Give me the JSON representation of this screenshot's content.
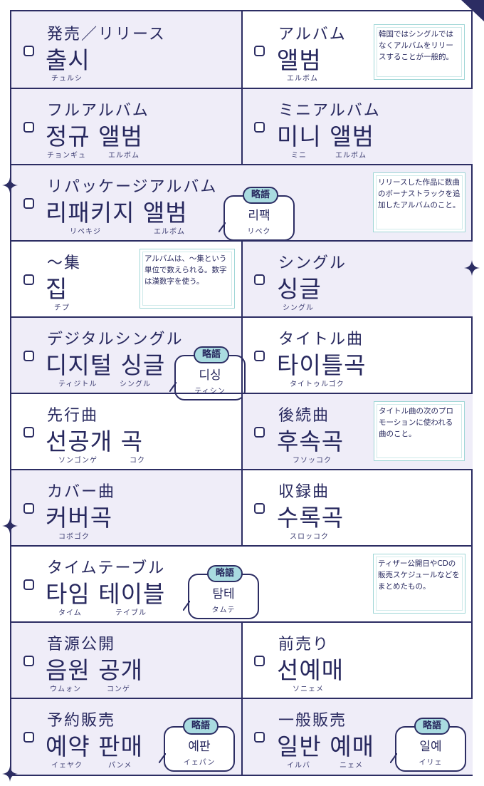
{
  "labels": {
    "abbrev": "略語"
  },
  "cells": [
    {
      "jp": "発売／リリース",
      "ko": "출시",
      "rd": [
        "チュルシ"
      ]
    },
    {
      "jp": "アルバム",
      "ko": "앨범",
      "rd": [
        "エルボム"
      ],
      "note": "韓国ではシングルではなくアルバムをリリースすることが一般的。"
    },
    {
      "jp": "フルアルバム",
      "ko": "정규 앨범",
      "rd": [
        "チョンギュ",
        "エルボム"
      ]
    },
    {
      "jp": "ミニアルバム",
      "ko": "미니 앨범",
      "rd": [
        "ミニ",
        "エルボム"
      ]
    },
    {
      "jp": "リパッケージアルバム",
      "ko": "리패키지 앨범",
      "rd": [
        "リペキジ",
        "エルボム"
      ],
      "abbr_ko": "리팩",
      "abbr_rd": "リペク",
      "note": "リリースした作品に数曲のボーナストラックを追加したアルバムのこと。"
    },
    {
      "jp": "～集",
      "ko": "집",
      "rd": [
        "チプ"
      ],
      "note": "アルバムは、～集という単位で数えられる。数字は漢数字を使う。"
    },
    {
      "jp": "シングル",
      "ko": "싱글",
      "rd": [
        "シングル"
      ]
    },
    {
      "jp": "デジタルシングル",
      "ko": "디지털 싱글",
      "rd": [
        "ティジトル",
        "シングル"
      ],
      "abbr_ko": "디싱",
      "abbr_rd": "ティシン"
    },
    {
      "jp": "タイトル曲",
      "ko": "타이틀곡",
      "rd": [
        "タイトゥルゴク"
      ]
    },
    {
      "jp": "先行曲",
      "ko": "선공개 곡",
      "rd": [
        "ソンゴンゲ",
        "コク"
      ]
    },
    {
      "jp": "後続曲",
      "ko": "후속곡",
      "rd": [
        "フソッコク"
      ],
      "note": "タイトル曲の次のプロモーションに使われる曲のこと。"
    },
    {
      "jp": "カバー曲",
      "ko": "커버곡",
      "rd": [
        "コボゴク"
      ]
    },
    {
      "jp": "収録曲",
      "ko": "수록곡",
      "rd": [
        "スロッコク"
      ]
    },
    {
      "jp": "タイムテーブル",
      "ko": "타임 테이블",
      "rd": [
        "タイム",
        "テイブル"
      ],
      "abbr_ko": "탐테",
      "abbr_rd": "タムテ",
      "note": "ティザー公開日やCDの販売スケジュールなどをまとめたもの。"
    },
    {
      "jp": "音源公開",
      "ko": "음원 공개",
      "rd": [
        "ウムォン",
        "コンゲ"
      ]
    },
    {
      "jp": "前売り",
      "ko": "선예매",
      "rd": [
        "ソニェメ"
      ]
    },
    {
      "jp": "予約販売",
      "ko": "예약 판매",
      "rd": [
        "イェヤク",
        "パンメ"
      ],
      "abbr_ko": "예판",
      "abbr_rd": "イェパン"
    },
    {
      "jp": "一般販売",
      "ko": "일반 예매",
      "rd": [
        "イルバ",
        "ニェメ"
      ],
      "abbr_ko": "일예",
      "abbr_rd": "イリェ"
    }
  ]
}
